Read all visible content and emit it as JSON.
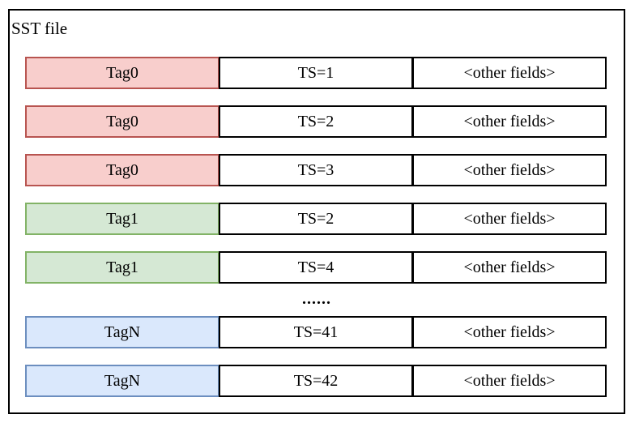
{
  "diagram": {
    "title": "SST file",
    "ellipsis": "......"
  },
  "colors": {
    "outer_border": "#000000",
    "record_cell_border": "#000000",
    "record_cell_fill": "#ffffff",
    "tag0_fill": "#f8cecc",
    "tag0_border": "#b85450",
    "tag1_fill": "#d5e8d4",
    "tag1_border": "#82b366",
    "tagN_fill": "#dae8fc",
    "tagN_border": "#6c8ebf"
  },
  "records": [
    {
      "tag": "Tag0",
      "ts": "TS=1",
      "other": "<other fields>",
      "group": "tag0"
    },
    {
      "tag": "Tag0",
      "ts": "TS=2",
      "other": "<other fields>",
      "group": "tag0"
    },
    {
      "tag": "Tag0",
      "ts": "TS=3",
      "other": "<other fields>",
      "group": "tag0"
    },
    {
      "tag": "Tag1",
      "ts": "TS=2",
      "other": "<other fields>",
      "group": "tag1"
    },
    {
      "tag": "Tag1",
      "ts": "TS=4",
      "other": "<other fields>",
      "group": "tag1"
    },
    {
      "tag": "TagN",
      "ts": "TS=41",
      "other": "<other fields>",
      "group": "tagN"
    },
    {
      "tag": "TagN",
      "ts": "TS=42",
      "other": "<other fields>",
      "group": "tagN"
    }
  ]
}
